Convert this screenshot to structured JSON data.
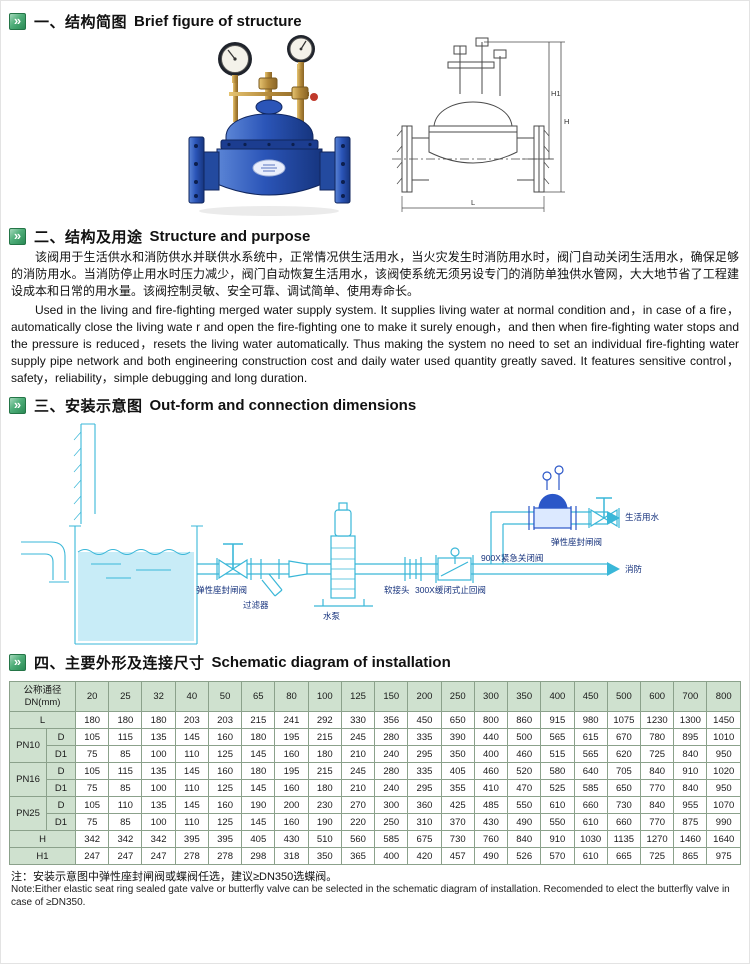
{
  "icons": {
    "section_marker": "»"
  },
  "sections": {
    "s1": {
      "zh": "一、结构简图",
      "en": "Brief figure of structure"
    },
    "s2": {
      "zh": "二、结构及用途",
      "en": "Structure and purpose"
    },
    "s3": {
      "zh": "三、安装示意图",
      "en": "Out-form and connection dimensions"
    },
    "s4": {
      "zh": "四、主要外形及连接尺寸",
      "en": "Schematic diagram of installation"
    }
  },
  "purpose": {
    "zh": "该阀用于生活供水和消防供水并联供水系统中，正常情况供生活用水，当火灾发生时消防用水时，阀门自动关闭生活用水，确保足够的消防用水。当消防停止用水时压力减少，阀门自动恢复生活用水，该阀使系统无须另设专门的消防单独供水管网，大大地节省了工程建设成本和日常的用水量。该阀控制灵敏、安全可靠、调试简单、使用寿命长。",
    "en": "Used in the living and fire-fighting merged water supply system. It supplies living water at normal condition and，in case of a fire，automatically close the living wate r and open the fire-fighting one to make it surely enough，and then when fire-fighting water stops and the pressure is reduced，resets the living water automatically. Thus making the system no need to set an individual fire-fighting water supply pipe network and both engineering construction cost and daily water used quantity greatly saved. It features sensitive control，safety，reliability，simple debugging and long duration."
  },
  "figure": {
    "dims": {
      "h1": "H1",
      "h": "H",
      "l": "L"
    }
  },
  "schematic": {
    "labels": [
      "弹性座封闸阀",
      "过滤器",
      "水泵",
      "软接头",
      "300X缓闭式止回阀",
      "900X紧急关闭阀",
      "弹性座封闸阀",
      "生活用水",
      "消防"
    ]
  },
  "table": {
    "corner": "公称通径\nDN(mm)",
    "dn": [
      "20",
      "25",
      "32",
      "40",
      "50",
      "65",
      "80",
      "100",
      "125",
      "150",
      "200",
      "250",
      "300",
      "350",
      "400",
      "450",
      "500",
      "600",
      "700",
      "800"
    ],
    "rows": [
      {
        "label": "L",
        "span": true,
        "values": [
          "180",
          "180",
          "180",
          "203",
          "203",
          "215",
          "241",
          "292",
          "330",
          "356",
          "450",
          "650",
          "800",
          "860",
          "915",
          "980",
          "1075",
          "1230",
          "1300",
          "1450"
        ]
      },
      {
        "group": "PN10",
        "label": "D",
        "values": [
          "105",
          "115",
          "135",
          "145",
          "160",
          "180",
          "195",
          "215",
          "245",
          "280",
          "335",
          "390",
          "440",
          "500",
          "565",
          "615",
          "670",
          "780",
          "895",
          "1010"
        ]
      },
      {
        "label": "D1",
        "values": [
          "75",
          "85",
          "100",
          "110",
          "125",
          "145",
          "160",
          "180",
          "210",
          "240",
          "295",
          "350",
          "400",
          "460",
          "515",
          "565",
          "620",
          "725",
          "840",
          "950"
        ]
      },
      {
        "group": "PN16",
        "label": "D",
        "values": [
          "105",
          "115",
          "135",
          "145",
          "160",
          "180",
          "195",
          "215",
          "245",
          "280",
          "335",
          "405",
          "460",
          "520",
          "580",
          "640",
          "705",
          "840",
          "910",
          "1020"
        ]
      },
      {
        "label": "D1",
        "values": [
          "75",
          "85",
          "100",
          "110",
          "125",
          "145",
          "160",
          "180",
          "210",
          "240",
          "295",
          "355",
          "410",
          "470",
          "525",
          "585",
          "650",
          "770",
          "840",
          "950"
        ]
      },
      {
        "group": "PN25",
        "label": "D",
        "values": [
          "105",
          "110",
          "135",
          "145",
          "160",
          "190",
          "200",
          "230",
          "270",
          "300",
          "360",
          "425",
          "485",
          "550",
          "610",
          "660",
          "730",
          "840",
          "955",
          "1070"
        ]
      },
      {
        "label": "D1",
        "values": [
          "75",
          "85",
          "100",
          "110",
          "125",
          "145",
          "160",
          "190",
          "220",
          "250",
          "310",
          "370",
          "430",
          "490",
          "550",
          "610",
          "660",
          "770",
          "875",
          "990"
        ]
      },
      {
        "label": "H",
        "span": true,
        "values": [
          "342",
          "342",
          "342",
          "395",
          "395",
          "405",
          "430",
          "510",
          "560",
          "585",
          "675",
          "730",
          "760",
          "840",
          "910",
          "1030",
          "1135",
          "1270",
          "1460",
          "1640"
        ]
      },
      {
        "label": "H1",
        "span": true,
        "values": [
          "247",
          "247",
          "247",
          "278",
          "278",
          "298",
          "318",
          "350",
          "365",
          "400",
          "420",
          "457",
          "490",
          "526",
          "570",
          "610",
          "665",
          "725",
          "865",
          "975"
        ]
      }
    ]
  },
  "note": {
    "zh": "注：安装示意图中弹性座封闸阀或蝶阀任选，建议≥DN350选蝶阀。",
    "en": "Note:Either elastic seat ring sealed gate valve or butterfly valve can be selected in the schematic diagram of installation. Recomended to elect the butterfly valve in case of ≥DN350."
  }
}
